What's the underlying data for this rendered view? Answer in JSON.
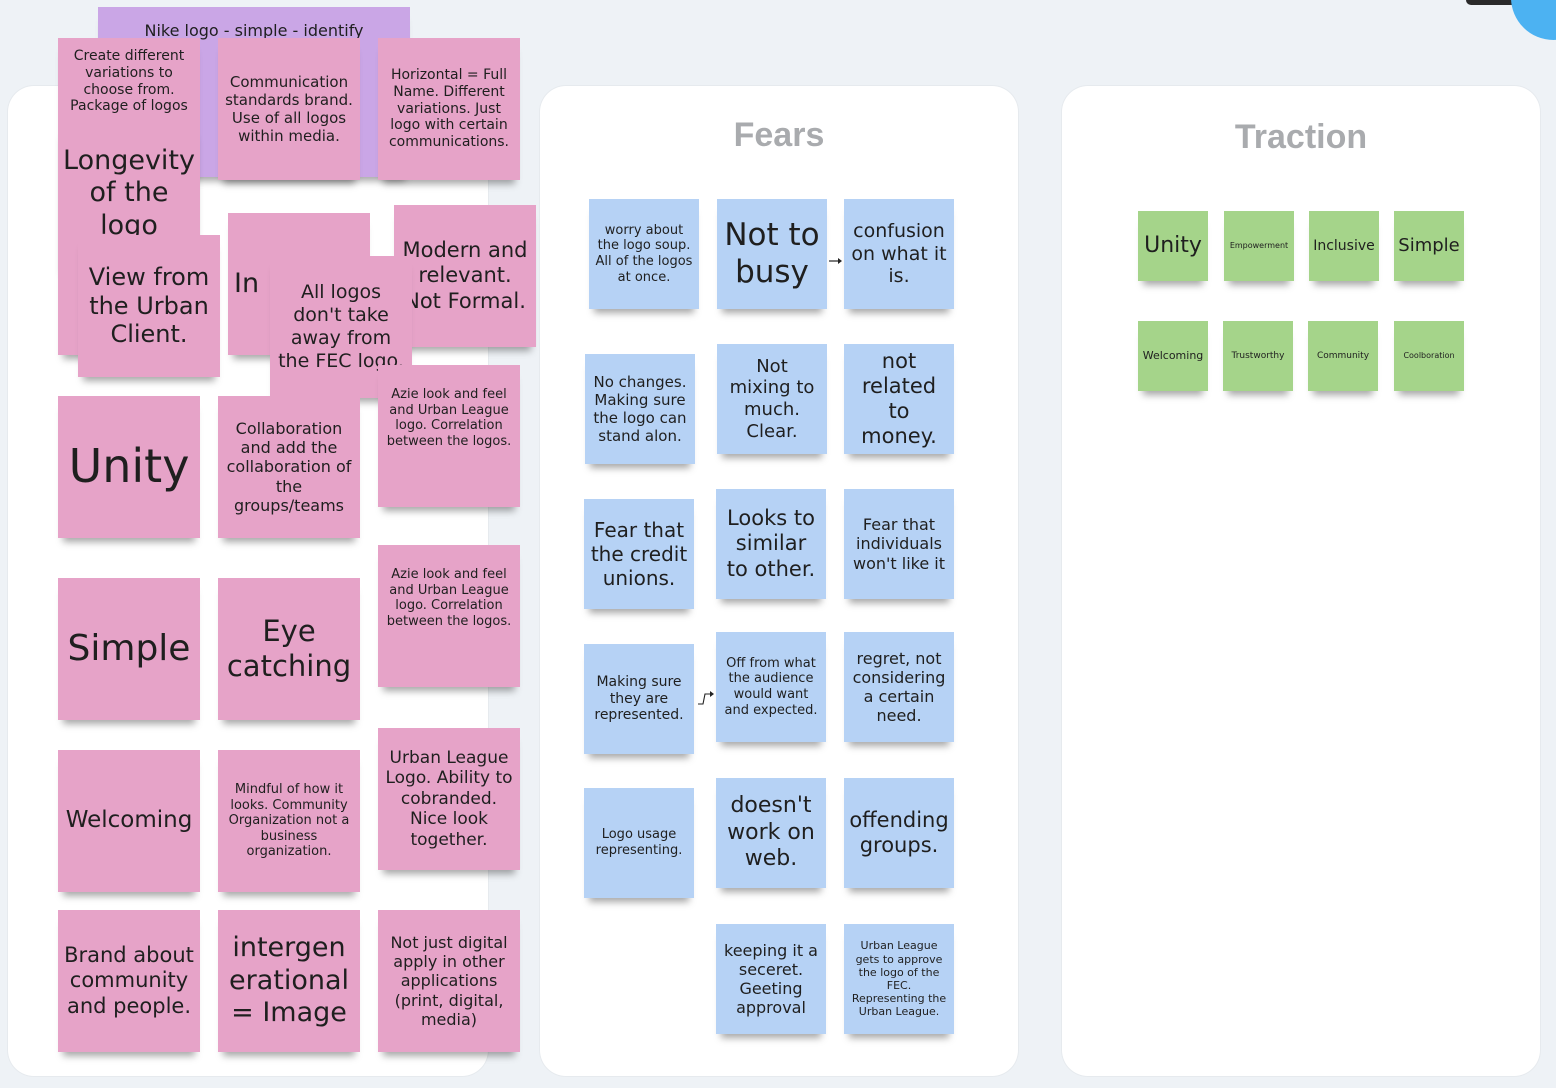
{
  "board": {
    "frames": {
      "fears": {
        "title": "Fears"
      },
      "traction": {
        "title": "Traction"
      }
    },
    "notes_left": [
      "Nike logo - simple - identify",
      "Create different variations to choose from. Package of logos",
      "Communication standards brand. Use of all logos within media.",
      "Horizontal = Full Name. Different variations. Just logo with certain communications.",
      "Longevity of the logo",
      "View from the Urban Client.",
      "In",
      "All logos don't take away from the FEC logo.",
      "Modern and relevant. Not Formal.",
      "Unity",
      "Collaboration and add the collaboration of the groups/teams",
      "Azie look and feel and Urban League logo. Correlation between the logos.",
      "Simple",
      "Eye catching",
      "Azie look and feel and Urban League logo. Correlation between the logos.",
      "Welcoming",
      "Mindful of how it looks. Community Organization not a business organization.",
      "Urban League Logo. Ability to cobranded. Nice look together.",
      "Brand about community and people.",
      "intergen erational = Image",
      "Not just digital apply in other applications (print, digital, media)"
    ],
    "notes_fears": [
      "worry about the logo soup. All of the logos at once.",
      "Not to busy",
      "confusion on what it is.",
      "No changes. Making sure the logo can stand alon.",
      "Not mixing to much. Clear.",
      "not related to money.",
      "Fear that the credit unions.",
      "Looks to similar to other.",
      "Fear that individuals won't like it",
      "Making sure they are represented.",
      "Off from what the audience would want and expected.",
      "regret, not considering a certain need.",
      "Logo usage representing.",
      "doesn't work on web.",
      "offending groups.",
      "keeping it a seceret. Geeting approval",
      "Urban League gets to approve the logo of the FEC. Representing the Urban League."
    ],
    "notes_traction": [
      "Unity",
      "Empowerment",
      "Inclusive",
      "Simple",
      "Welcoming",
      "Trustworthy",
      "Community",
      "Coolboration"
    ]
  },
  "colors": {
    "pink_note": "#e6a3c8",
    "purple_note": "#caa6e6",
    "blue_note": "#b6d2f5",
    "green_note": "#a5d48a",
    "frame_title": "#a9abae"
  }
}
